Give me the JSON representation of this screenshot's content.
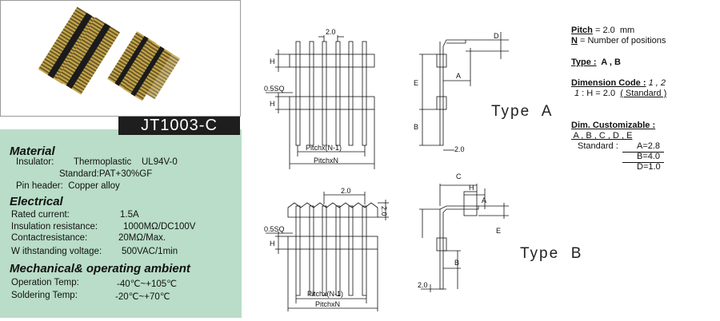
{
  "model": "JT1003-C",
  "material": {
    "heading": "Material",
    "insulator_label": "Insulator:",
    "insulator_value": "Thermoplastic    UL94V-0",
    "standard": "Standard:PAT+30%GF",
    "pin_header": "Pin header:  Copper alloy"
  },
  "electrical": {
    "heading": "Electrical",
    "rows": [
      {
        "label": "Rated current:",
        "value": "1.5A"
      },
      {
        "label": "Insulation resistance:",
        "value": "1000MΩ/DC100V"
      },
      {
        "label": "Contactresistance:",
        "value": "20MΩ/Max."
      },
      {
        "label": "W ithstanding voltage:",
        "value": "500VAC/1min"
      }
    ]
  },
  "mechanical": {
    "heading": "Mechanical& operating ambient",
    "rows": [
      {
        "label": "Operation Temp:",
        "value": "-40℃~+105℃"
      },
      {
        "label": "Soldering Temp:",
        "value": "-20℃~+70℃"
      }
    ]
  },
  "right": {
    "pitch_key": "Pitch",
    "pitch_val": " = 2.0  mm",
    "n_key": "N",
    "n_val": " = Number of positions",
    "type_key": "Type :",
    "type_val": "  A , B",
    "dimcode_key": "Dimension Code :",
    "dimcode_val": " 1 , 2",
    "dimcode_line_num": "1",
    "dimcode_line": " : H = 2.0  ",
    "dimcode_std": "( Standard )",
    "custom_key": "Dim. Customizable :",
    "custom_list": " A , B , C , D , E",
    "standard_label": "Standard :",
    "a_val": "A=2.8",
    "b_val": "B=4.0",
    "d_val": "D=1.0"
  },
  "drawing": {
    "top_pitch": "2.0",
    "h": "H",
    "sq": "0.5SQ",
    "pitch_n1": "Pitchx(N-1)",
    "pitch_n": "PitchxN",
    "side_d": "D",
    "side_a": "A",
    "side_e": "E",
    "side_b": "B",
    "side_20": "2.0",
    "type_a": "Type  A",
    "bot_pitch": "2.0",
    "bot_h": "H",
    "bot_sq": "0.5SQ",
    "bot_pitch_n1": "Pitchx(N-1)",
    "bot_pitch_n": "PitchxN",
    "bot_20_side": "2.0",
    "side2_c": "C",
    "side2_h": "H",
    "side2_a": "A",
    "side2_e": "E",
    "side2_b": "B",
    "side2_20": "2.0",
    "type_b": "Type  B"
  }
}
